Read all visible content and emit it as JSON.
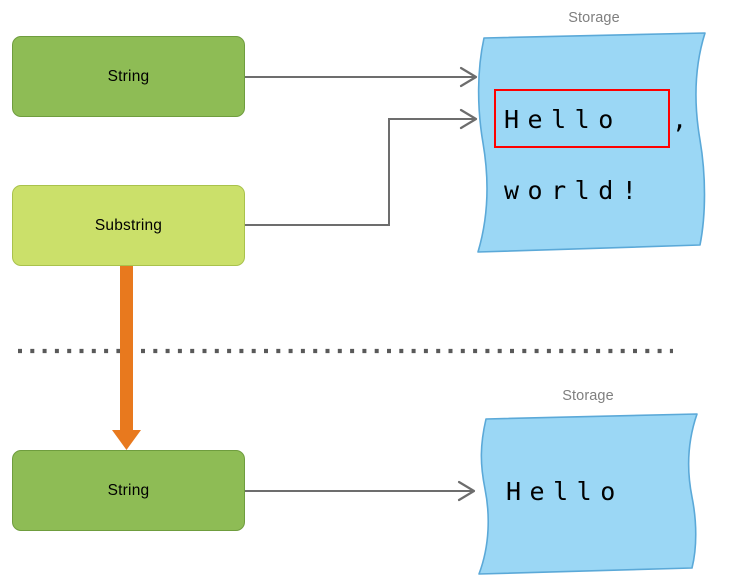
{
  "diagram": {
    "title_top": "Storage",
    "title_bottom": "Storage",
    "colors": {
      "string_fill": "#8ebc55",
      "string_stroke": "#6f9d3e",
      "substring_fill": "#cbe06a",
      "substring_stroke": "#a9c24c",
      "storage_fill": "#9bd7f5",
      "storage_stroke": "#5ba9d8",
      "connector": "#6d6d6d",
      "highlight": "#ff0000",
      "orange_arrow": "#e8791e",
      "divider_dot": "#595959",
      "label_gray": "#7f7f7f"
    },
    "top_section": {
      "string_box_label": "String",
      "substring_box_label": "Substring",
      "storage_label": "Storage",
      "storage_line_1": "Hello",
      "storage_line_1_suffix": ",",
      "storage_line_2": "world!",
      "highlighted_text": "Hello"
    },
    "bottom_section": {
      "string_box_label": "String",
      "storage_label": "Storage",
      "storage_line_1": "Hello"
    },
    "connectors": [
      {
        "name": "string-to-storage-top",
        "from": "String",
        "to": "Storage"
      },
      {
        "name": "substring-to-storage-top",
        "from": "Substring",
        "to": "Storage"
      },
      {
        "name": "substring-to-string-bottom",
        "from": "Substring",
        "to": "String"
      },
      {
        "name": "string-to-storage-bottom",
        "from": "String",
        "to": "Storage"
      }
    ],
    "divider": {
      "name": "dotted-divider",
      "style": "dotted"
    }
  }
}
